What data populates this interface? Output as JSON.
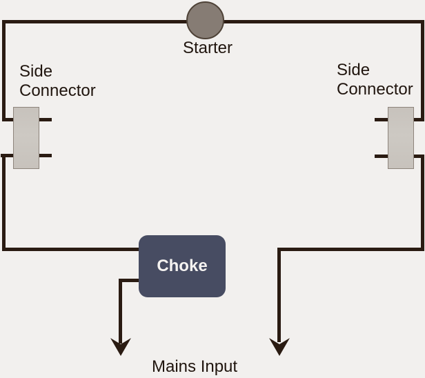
{
  "labels": {
    "starter": "Starter",
    "left_connector": {
      "line1": "Side",
      "line2": "Connector"
    },
    "right_connector": {
      "line1": "Side",
      "line2": "Connector"
    },
    "choke": "Choke",
    "mains_input": "Mains Input"
  },
  "colors": {
    "background": "#f2f0ee",
    "wire": "#2a1b12",
    "starter_fill": "#867c74",
    "starter_border": "#4e4237",
    "connector_fill": "#c7c2bc",
    "connector_border": "#8d847b",
    "choke_fill": "#474c62",
    "choke_text": "#f5f3f1",
    "label_text": "#20150e"
  }
}
